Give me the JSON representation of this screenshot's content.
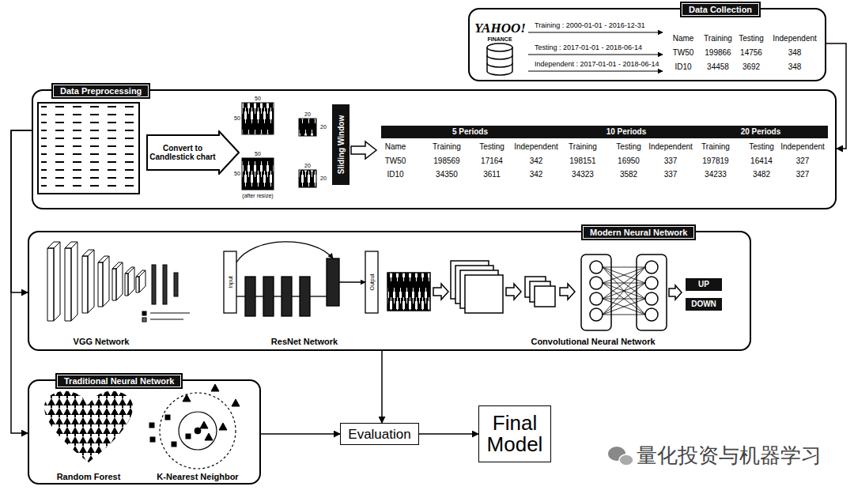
{
  "diagram": {
    "nodes": [
      {
        "text": [
          "Data Collection"
        ]
      },
      {
        "text": [
          "Data Preprocessing"
        ]
      },
      {
        "text": [
          "Convert to Candlestick chart"
        ],
        "in": 1
      },
      {
        "text": [
          "Sliding Window"
        ],
        "in": 1
      },
      {
        "text": [
          "5 Periods"
        ],
        "in": 1
      },
      {
        "text": [
          "10 Periods"
        ],
        "in": 1
      },
      {
        "text": [
          "20 Periods"
        ],
        "in": 1
      },
      {
        "text": [
          "Modern Neural Network"
        ]
      },
      {
        "text": [
          "UP"
        ],
        "in": 7
      },
      {
        "text": [
          "DOWN"
        ],
        "in": 7
      },
      {
        "text": [
          "Traditional Neural Network"
        ]
      },
      {
        "text": [
          "Evaluation"
        ]
      },
      {
        "text": [
          "Final Model"
        ]
      }
    ],
    "edges": [
      {
        "from": 0,
        "to": 1,
        "arrow": "to"
      },
      {
        "from": 1,
        "to": 7,
        "arrow": "to"
      },
      {
        "from": 1,
        "to": 10,
        "arrow": "to"
      },
      {
        "from": 7,
        "to": 11,
        "arrow": "to"
      },
      {
        "from": 10,
        "to": 11,
        "arrow": "to"
      },
      {
        "from": 11,
        "to": 12,
        "arrow": "to"
      }
    ],
    "labels": [
      "YAHOO!",
      "FINANCE",
      "Training : 2000-01-01 - 2016-12-31",
      "Testing : 2017-01-01 - 2018-06-14",
      "Independent : 2017-01-01 - 2018-06-14",
      "Name",
      "Training",
      "Testing",
      "Independent",
      "TW50",
      "199866",
      "14756",
      "348",
      "ID10",
      "34458",
      "3692",
      "348",
      "50",
      "50",
      "20",
      "20",
      "50",
      "50",
      "20",
      "20",
      "(after resize)",
      "Name",
      "Training",
      "Testing",
      "Independent",
      "Training",
      "Testing",
      "Independent",
      "Training",
      "Testing",
      "Independent",
      "TW50",
      "198569",
      "17164",
      "342",
      "198151",
      "16950",
      "337",
      "197819",
      "16414",
      "327",
      "ID10",
      "34350",
      "3611",
      "342",
      "34323",
      "3582",
      "337",
      "34233",
      "3482",
      "327",
      "Input",
      "Output",
      "VGG Network",
      "ResNet Network",
      "Convolutional Neural Network",
      "Random Forest",
      "K-Nearest Neighbor",
      "量化投资与机器学习"
    ]
  }
}
